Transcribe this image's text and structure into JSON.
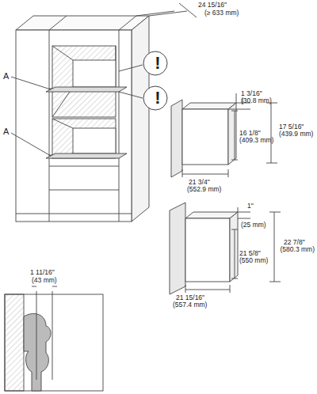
{
  "diagram": {
    "nodes": [
      {
        "text": [
          "!"
        ]
      },
      {
        "text": [
          "!"
        ]
      }
    ],
    "labels": [
      "24 15/16\"",
      "(≥ 633 mm)",
      "A",
      "A",
      "1 3/16\"",
      "(30.8 mm)",
      "17 5/16\"",
      "(439.9 mm)",
      "16 1/8\"",
      "(409.3 mm)",
      "21 3/4\"",
      "(552.9 mm)",
      "1\"",
      "(25 mm)",
      "22 7/8\"",
      "(580.3 mm)",
      "21 5/8\"",
      "(550 mm)",
      "21 15/16\"",
      "(557.4 mm)",
      "1 11/16\"",
      "(43 mm)"
    ]
  }
}
